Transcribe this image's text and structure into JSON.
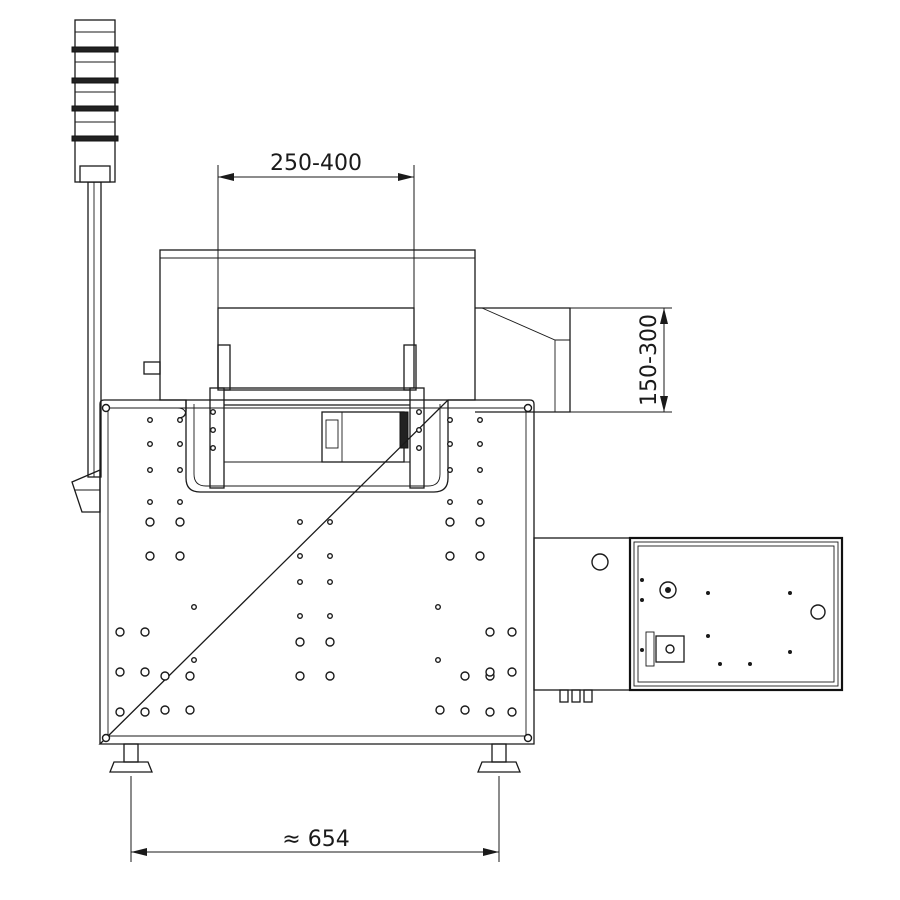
{
  "dimensions": {
    "width_range": "250-400",
    "height_range": "150-300",
    "foot_spacing": "≈ 654"
  },
  "colors": {
    "line": "#1a1a1a",
    "background": "#ffffff"
  }
}
